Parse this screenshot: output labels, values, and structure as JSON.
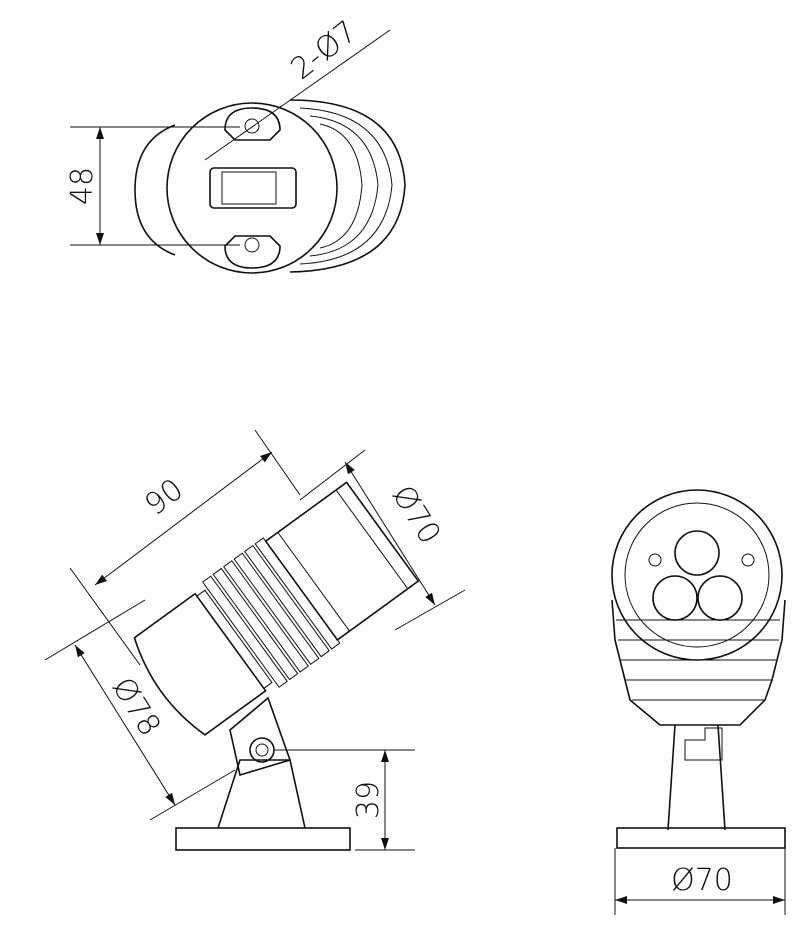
{
  "top_view": {
    "hole_label": "2-Ø7",
    "spacing_label": "48"
  },
  "side_view": {
    "length_label": "90",
    "front_diameter_label": "Ø70",
    "rear_diameter_label": "Ø78",
    "height_label": "39"
  },
  "front_view": {
    "base_diameter_label": "Ø70"
  },
  "colors": {
    "line": "#111111",
    "background": "#ffffff"
  }
}
